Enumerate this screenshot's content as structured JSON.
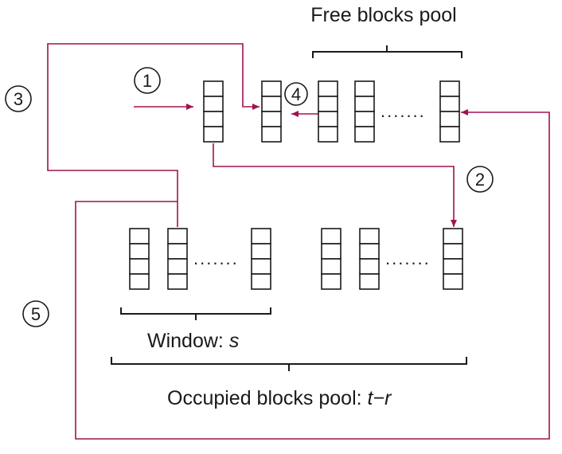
{
  "labels": {
    "free_pool": "Free blocks pool",
    "window_prefix": "Window: ",
    "window_var": "s",
    "occupied_prefix": "Occupied blocks pool: ",
    "occupied_var": "t−r",
    "ellipsis": "......."
  },
  "steps": [
    "1",
    "2",
    "3",
    "4",
    "5"
  ],
  "colors": {
    "arrow": "#a0134f",
    "block_stroke": "#1a1a1a",
    "text": "#1a1a1a"
  }
}
